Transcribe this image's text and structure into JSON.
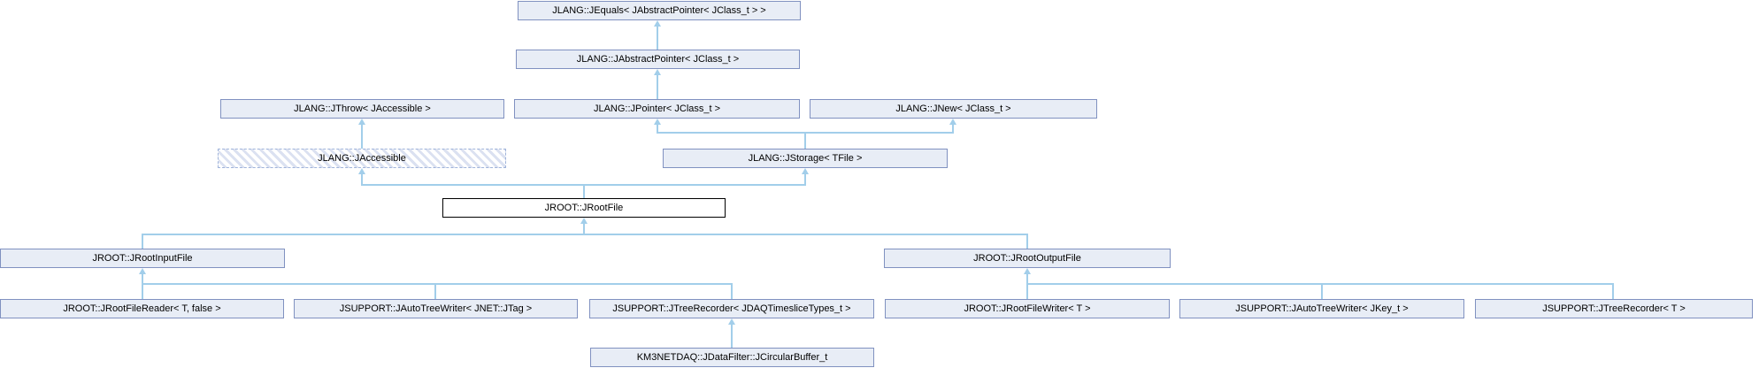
{
  "diagram": {
    "type": "class-inheritance-graph",
    "colors": {
      "background": "#ffffff",
      "node_fill": "#e8edf6",
      "node_border": "#8091c0",
      "current_node_fill": "#ffffff",
      "current_node_border": "#000000",
      "hatched_node_border": "#9fb3da",
      "hatched_node_stripe": "#dbe1f1",
      "edge": "#a2ceea",
      "text": "#000000"
    },
    "nodes": {
      "jequals": {
        "label": "JLANG::JEquals< JAbstractPointer< JClass_t > >",
        "variant": "default"
      },
      "jabstractpointer": {
        "label": "JLANG::JAbstractPointer< JClass_t >",
        "variant": "default"
      },
      "jthrow": {
        "label": "JLANG::JThrow< JAccessible >",
        "variant": "default"
      },
      "jpointer": {
        "label": "JLANG::JPointer< JClass_t >",
        "variant": "default"
      },
      "jnew": {
        "label": "JLANG::JNew< JClass_t >",
        "variant": "default"
      },
      "jaccessible": {
        "label": "JLANG::JAccessible",
        "variant": "hatched"
      },
      "jstorage": {
        "label": "JLANG::JStorage< TFile >",
        "variant": "default"
      },
      "jrootfile": {
        "label": "JROOT::JRootFile",
        "variant": "current"
      },
      "jrootinputfile": {
        "label": "JROOT::JRootInputFile",
        "variant": "default"
      },
      "jrootoutputfile": {
        "label": "JROOT::JRootOutputFile",
        "variant": "default"
      },
      "jrootfilereader": {
        "label": "JROOT::JRootFileReader< T, false >",
        "variant": "default"
      },
      "jautotreewriter_jnet_jtag": {
        "label": "JSUPPORT::JAutoTreeWriter< JNET::JTag >",
        "variant": "default"
      },
      "jtreerecorder_jdaqtimeslicetypes": {
        "label": "JSUPPORT::JTreeRecorder< JDAQTimesliceTypes_t >",
        "variant": "default"
      },
      "jrootfilewriter": {
        "label": "JROOT::JRootFileWriter< T >",
        "variant": "default"
      },
      "jautotreewriter_jkey": {
        "label": "JSUPPORT::JAutoTreeWriter< JKey_t >",
        "variant": "default"
      },
      "jtreerecorder_t": {
        "label": "JSUPPORT::JTreeRecorder< T >",
        "variant": "default"
      },
      "jcircularbuffer": {
        "label": "KM3NETDAQ::JDataFilter::JCircularBuffer_t",
        "variant": "default"
      }
    },
    "edges": [
      {
        "from": "jabstractpointer",
        "to": "jequals"
      },
      {
        "from": "jpointer",
        "to": "jabstractpointer"
      },
      {
        "from": "jaccessible",
        "to": "jthrow"
      },
      {
        "from": "jstorage",
        "to": "jpointer"
      },
      {
        "from": "jstorage",
        "to": "jnew"
      },
      {
        "from": "jrootfile",
        "to": "jaccessible"
      },
      {
        "from": "jrootfile",
        "to": "jstorage"
      },
      {
        "from": "jrootinputfile",
        "to": "jrootfile"
      },
      {
        "from": "jrootoutputfile",
        "to": "jrootfile"
      },
      {
        "from": "jrootfilereader",
        "to": "jrootinputfile"
      },
      {
        "from": "jautotreewriter_jnet_jtag",
        "to": "jrootinputfile"
      },
      {
        "from": "jtreerecorder_jdaqtimeslicetypes",
        "to": "jrootinputfile"
      },
      {
        "from": "jrootfilewriter",
        "to": "jrootoutputfile"
      },
      {
        "from": "jautotreewriter_jkey",
        "to": "jrootoutputfile"
      },
      {
        "from": "jtreerecorder_t",
        "to": "jrootoutputfile"
      },
      {
        "from": "jcircularbuffer",
        "to": "jtreerecorder_jdaqtimeslicetypes"
      }
    ]
  }
}
